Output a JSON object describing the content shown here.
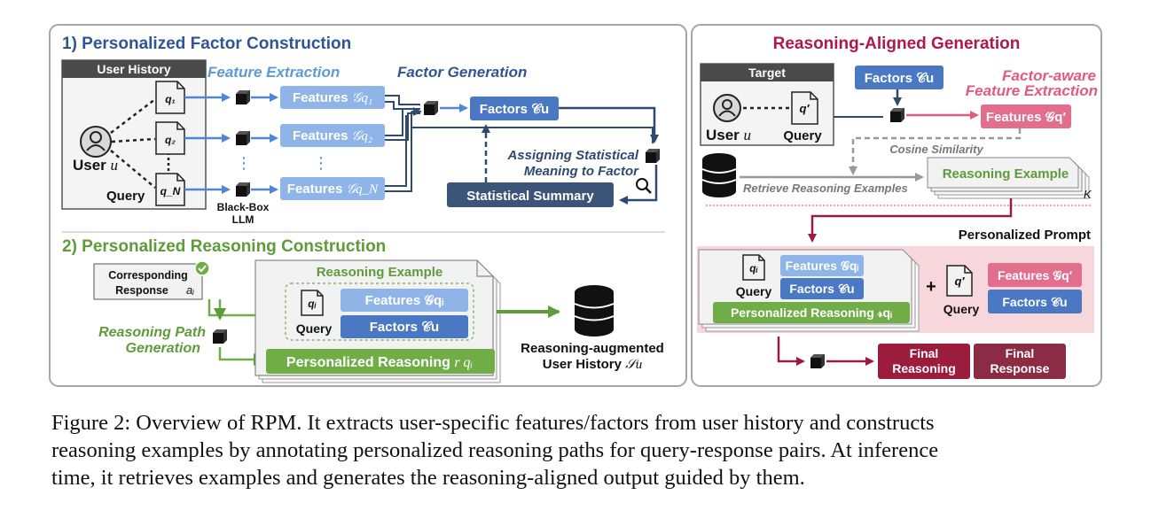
{
  "left": {
    "sec1_title": "1) Personalized Factor Construction",
    "user_history": "User History",
    "user": "User",
    "user_var": "u",
    "query": "Query",
    "queries": [
      "q₁",
      "q₂",
      "q_N"
    ],
    "vdots": "⋮",
    "feature_extraction": "Feature Extraction",
    "factor_generation": "Factor Generation",
    "features_label": "Features",
    "feature_subs": [
      "𝒢q₁",
      "𝒢q₂",
      "𝒢q_N"
    ],
    "factors_label": "Factors 𝒞u",
    "black_box": "Black-Box",
    "llm": "LLM",
    "assign_line1": "Assigning Statistical",
    "assign_line2": "Meaning to Factor",
    "stat_summary": "Statistical Summary",
    "sec2_title": "2) Personalized Reasoning Construction",
    "corr_line1": "Corresponding",
    "corr_line2": "Response",
    "corr_var": "aᵢ",
    "rpg_line1": "Reasoning Path",
    "rpg_line2": "Generation",
    "reasoning_example": "Reasoning Example",
    "qi": "qᵢ",
    "features_gqi": "Features 𝒢qᵢ",
    "factors_cu": "Factors 𝒞u",
    "pers_reasoning": "Personalized Reasoning",
    "pers_reasoning_var": "r qᵢ",
    "aug_line1": "Reasoning-augmented",
    "aug_line2": "User History",
    "aug_var": "𝒮u"
  },
  "right": {
    "title": "Reasoning-Aligned Generation",
    "target": "Target",
    "user": "User",
    "user_var": "u",
    "query": "Query",
    "qprime": "q′",
    "factors_cu": "Factors 𝒞u",
    "fafe_line1": "Factor-aware",
    "fafe_line2": "Feature Extraction",
    "features_gq": "Features 𝒢q′",
    "cosine": "Cosine Similarity",
    "retrieve": "Retrieve Reasoning Examples",
    "reasoning_example": "Reasoning Example",
    "k": "K",
    "personalized_prompt": "Personalized Prompt",
    "qi": "qᵢ",
    "features_gqi": "Features 𝒢qᵢ",
    "factors_cu2": "Factors 𝒞u",
    "pers_reasoning": "Personalized Reasoning 𝓇qᵢ",
    "plus": "+",
    "features_gq2": "Features 𝒢q′",
    "factors_cu3": "Factors 𝒞u",
    "final_reasoning_1": "Final",
    "final_reasoning_2": "Reasoning",
    "final_response_1": "Final",
    "final_response_2": "Response"
  },
  "caption": [
    "Figure 2: Overview of RPM. It extracts user-specific features/factors from user history and constructs",
    "reasoning examples by annotating personalized reasoning paths for query-response pairs. At inference",
    "time, it retrieves examples and generates the reasoning-aligned output guided by them."
  ],
  "colors": {
    "blue_title": "#2f5597",
    "light_blue": "#8eb4e8",
    "mid_blue": "#4a78c2",
    "dark_navy": "#2e4a70",
    "green": "#70ad47",
    "crimson": "#9b1c3c",
    "pink": "#e06080"
  }
}
